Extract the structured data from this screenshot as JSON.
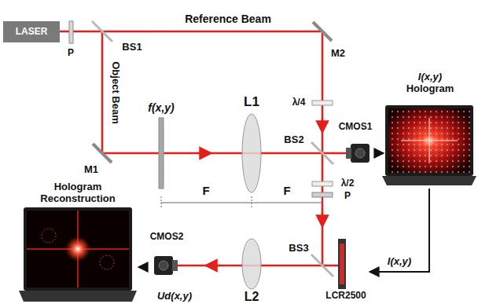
{
  "diagram": {
    "nodes": [
      {
        "text": [
          "LASER"
        ]
      },
      {
        "text": [
          "CMOS1"
        ]
      },
      {
        "text": [
          "I(x,y)",
          "Hologram"
        ]
      },
      {
        "text": [
          "Hologram Reconstruction"
        ]
      },
      {
        "text": [
          "CMOS2"
        ]
      },
      {
        "text": [
          "LCR2500"
        ]
      }
    ],
    "edges": [
      {
        "from": 1,
        "to": 2,
        "arrow": "to"
      },
      {
        "from": 2,
        "to": 5,
        "arrow": "to",
        "label": "I(x,y)"
      },
      {
        "from": 4,
        "to": 3,
        "arrow": "to"
      }
    ],
    "labels": [
      "Reference Beam",
      "Object Beam",
      "P",
      "BS1",
      "M2",
      "M1",
      "f(x,y)",
      "L1",
      "λ/4",
      "BS2",
      "λ/2",
      "P",
      "F",
      "F",
      "BS3",
      "L2",
      "Ud(x,y)"
    ]
  }
}
